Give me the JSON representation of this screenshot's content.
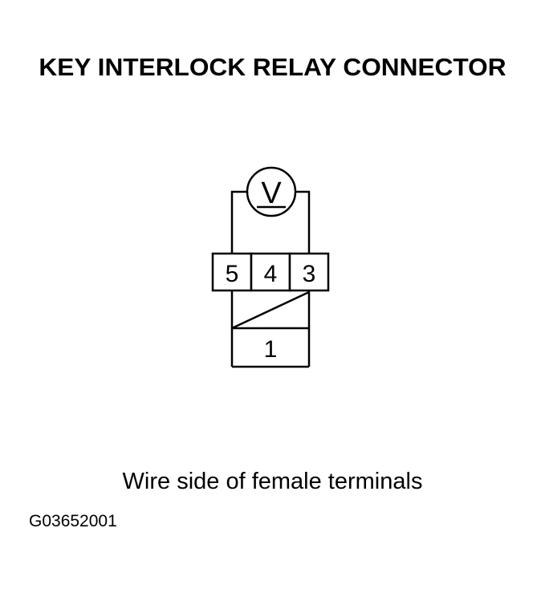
{
  "title": "KEY INTERLOCK RELAY CONNECTOR",
  "meter": {
    "symbol": "V",
    "icon": "voltmeter-icon"
  },
  "connector": {
    "top_row_terminals": [
      "5",
      "4",
      "3"
    ],
    "bottom_terminal": "1"
  },
  "caption": "Wire side of female terminals",
  "figure_code": "G03652001"
}
